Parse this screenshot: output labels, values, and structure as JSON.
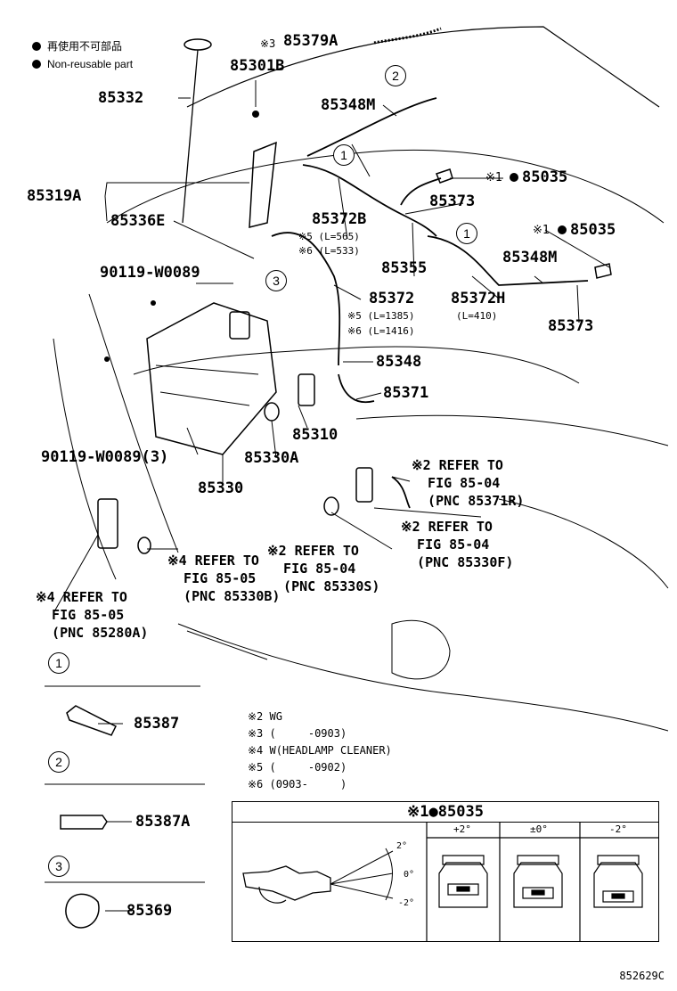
{
  "legend": {
    "jp": "再使用不可部品",
    "en": "Non-reusable part"
  },
  "parts": {
    "p85379A": "85379A",
    "p85379A_mark": "※3",
    "p85301B": "85301B",
    "p85332": "85332",
    "p85348M_top": "85348M",
    "p85035_top": "85035",
    "p85035_top_mark": "※1",
    "p85319A": "85319A",
    "p85336E": "85336E",
    "p85373_top": "85373",
    "p85372B": "85372B",
    "p85372B_n1": "※5 (L=565)",
    "p85372B_n2": "※6 (L=533)",
    "p85035_mid": "85035",
    "p85035_mid_mark": "※1",
    "p90119_top": "90119-W0089",
    "p85355": "85355",
    "p85348M_right": "85348M",
    "p85372": "85372",
    "p85372_n1": "※5 (L=1385)",
    "p85372_n2": "※6 (L=1416)",
    "p85372H": "85372H",
    "p85372H_n": "(L=410)",
    "p85373_right": "85373",
    "p85348": "85348",
    "p85371": "85371",
    "p85310": "85310",
    "p90119_bottom": "90119-W0089(3)",
    "p85330A": "85330A",
    "p85330": "85330",
    "p85387": "85387",
    "p85387A": "85387A",
    "p85369": "85369"
  },
  "refs": {
    "r1": "※2 REFER TO\n  FIG 85-04\n  (PNC 85371R)",
    "r2": "※2 REFER TO\n  FIG 85-04\n  (PNC 85330F)",
    "r3": "※2 REFER TO\n  FIG 85-04\n  (PNC 85330S)",
    "r4": "※4 REFER TO\n  FIG 85-05\n  (PNC 85330B)",
    "r5": "※4 REFER TO\n  FIG 85-05\n  (PNC 85280A)"
  },
  "callouts": [
    "1",
    "2",
    "3"
  ],
  "notes": [
    "※2 WG",
    "※3 (     -0903)",
    "※4 W(HEADLAMP CLEANER)",
    "※5 (     -0902)",
    "※6 (0903-     )"
  ],
  "nozzle_box": {
    "title": "※1●85035",
    "columns": [
      "+2°",
      "±0°",
      "-2°"
    ],
    "angles": [
      "2°",
      "0°",
      "-2°"
    ]
  },
  "figure_code": "852629C"
}
